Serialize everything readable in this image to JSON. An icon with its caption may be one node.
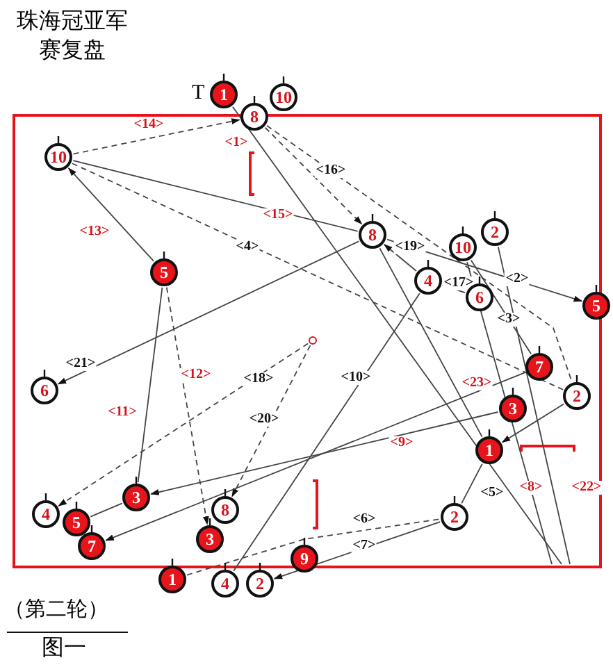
{
  "diagram": {
    "title": "珠海冠亚军赛复盘",
    "caption": "（第二轮）",
    "nodes": [
      {
        "text": [
          "1"
        ]
      },
      {
        "text": [
          "10"
        ]
      },
      {
        "text": [
          "8"
        ]
      },
      {
        "text": [
          "10"
        ]
      },
      {
        "text": [
          "5"
        ]
      },
      {
        "text": [
          "8"
        ]
      },
      {
        "text": [
          "10"
        ]
      },
      {
        "text": [
          "2"
        ]
      },
      {
        "text": [
          "4"
        ]
      },
      {
        "text": [
          "6"
        ]
      },
      {
        "text": [
          "5"
        ]
      },
      {
        "text": [],
        "shape": "circle"
      },
      {
        "text": [
          "6"
        ]
      },
      {
        "text": [
          "7"
        ]
      },
      {
        "text": [
          "2"
        ]
      },
      {
        "text": [
          "3"
        ]
      },
      {
        "text": [
          "1"
        ]
      },
      {
        "text": [
          "3"
        ]
      },
      {
        "text": [
          "4"
        ]
      },
      {
        "text": [
          "8"
        ]
      },
      {
        "text": [
          "5"
        ]
      },
      {
        "text": [
          "2"
        ]
      },
      {
        "text": [
          "3"
        ]
      },
      {
        "text": [
          "7"
        ]
      },
      {
        "text": [
          "9"
        ]
      },
      {
        "text": [
          "1"
        ]
      },
      {
        "text": [
          "4"
        ]
      },
      {
        "text": [
          "2"
        ]
      }
    ],
    "edges": [
      {
        "from": 3,
        "to": 2,
        "arrow": "to",
        "style": "dashed",
        "label": "<14>"
      },
      {
        "from": 0,
        "to": null,
        "arrow": "none",
        "label": "<1>"
      },
      {
        "from": 2,
        "to": 5,
        "arrow": "to",
        "style": "dashed"
      },
      {
        "from": 3,
        "to": 5,
        "arrow": "none",
        "label": "<15>"
      },
      {
        "from": 5,
        "to": 10,
        "arrow": "to",
        "label": "<2>"
      },
      {
        "from": 3,
        "to": 14,
        "arrow": "none",
        "style": "dashed",
        "label": "<4>"
      },
      {
        "from": 8,
        "to": 5,
        "arrow": "to",
        "label": "<19>"
      },
      {
        "from": 9,
        "to": 8,
        "arrow": "to",
        "label": "<17>"
      },
      {
        "from": 6,
        "to": 13,
        "arrow": "none",
        "label": "<3>"
      },
      {
        "from": 4,
        "to": 3,
        "arrow": "to",
        "label": "<13>"
      },
      {
        "from": 4,
        "to": 22,
        "arrow": "to",
        "style": "dashed",
        "label": "<12>"
      },
      {
        "from": 17,
        "to": 4,
        "arrow": "none",
        "label": "<11>"
      },
      {
        "from": 5,
        "to": 12,
        "arrow": "to",
        "label": "<21>"
      },
      {
        "from": 11,
        "to": 18,
        "arrow": "to",
        "style": "dashed",
        "label": "<18>"
      },
      {
        "from": 11,
        "to": 19,
        "arrow": "to",
        "style": "dashed",
        "label": "<20>"
      },
      {
        "from": 26,
        "to": 8,
        "arrow": "none",
        "label": "<10>"
      },
      {
        "from": 15,
        "to": 17,
        "arrow": "to",
        "label": "<9>"
      },
      {
        "from": 13,
        "to": 23,
        "arrow": "to"
      },
      {
        "from": 20,
        "to": 17,
        "arrow": "none"
      },
      {
        "from": 5,
        "to": 16,
        "arrow": "none",
        "label": "<23>"
      },
      {
        "from": 14,
        "to": 16,
        "arrow": "to"
      },
      {
        "from": 16,
        "to": 21,
        "arrow": "none",
        "label": "<5>"
      },
      {
        "from": 25,
        "to": 21,
        "arrow": "none",
        "style": "dashed",
        "label": "<6>"
      },
      {
        "from": 21,
        "to": 27,
        "arrow": "to",
        "label": "<7>"
      },
      {
        "from": 6,
        "to": null,
        "arrow": "none",
        "label": "<8>"
      },
      {
        "from": 7,
        "to": null,
        "arrow": "none",
        "label": "<22>"
      },
      {
        "from": 2,
        "to": 14,
        "arrow": "none",
        "style": "dashed",
        "label": "<16>"
      }
    ],
    "labels": [
      "T",
      "图一"
    ]
  }
}
